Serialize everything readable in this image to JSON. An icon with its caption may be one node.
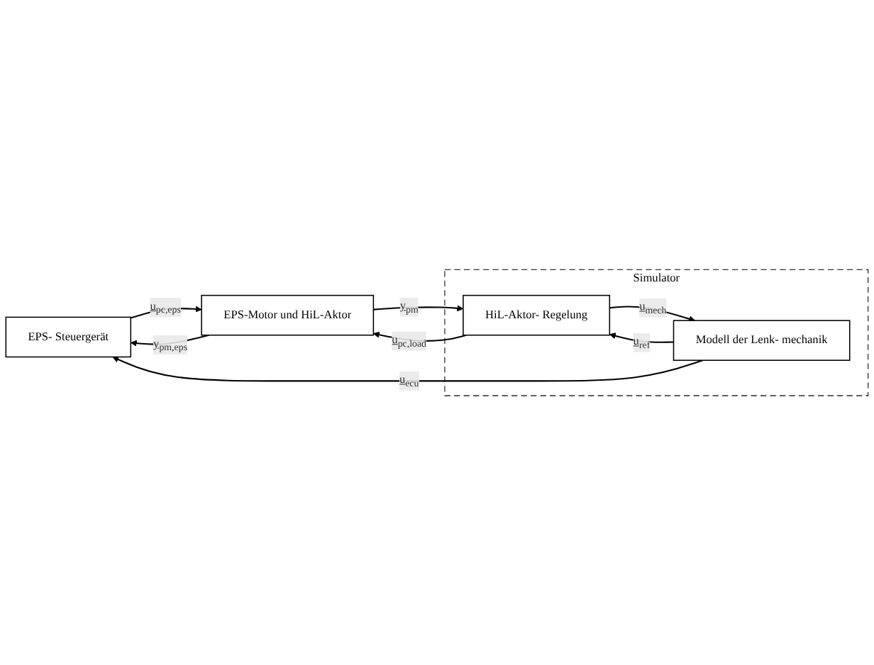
{
  "diagram": {
    "nodes": [
      {
        "text": [
          "EPS- Steuergerät"
        ]
      },
      {
        "text": [
          "EPS-Motor und HiL-Aktor"
        ]
      },
      {
        "text": [
          "Simulator"
        ]
      },
      {
        "text": [
          "Modell der Lenk- mechanik"
        ],
        "in": 2
      },
      {
        "text": [
          "HiL-Aktor- Regelung"
        ],
        "in": 2
      }
    ],
    "edges": [
      {
        "from": 1,
        "to": 0,
        "arrow": "to",
        "label": "y$_{pm,eps}$"
      },
      {
        "from": 0,
        "to": 1,
        "arrow": "to",
        "label": "u$_{pc,eps}$"
      },
      {
        "from": 4,
        "to": 1,
        "arrow": "to",
        "label": "u$_{pc,load}$"
      },
      {
        "from": 1,
        "to": 4,
        "arrow": "to",
        "label": "y$_{pm}$"
      },
      {
        "from": 4,
        "to": 3,
        "arrow": "to",
        "label": "u$_{mech}$"
      },
      {
        "from": 3,
        "to": 4,
        "arrow": "to",
        "label": "u$_{ref}$"
      },
      {
        "from": 3,
        "to": 0,
        "arrow": "to",
        "label": "u$_{ecu}$"
      }
    ]
  }
}
